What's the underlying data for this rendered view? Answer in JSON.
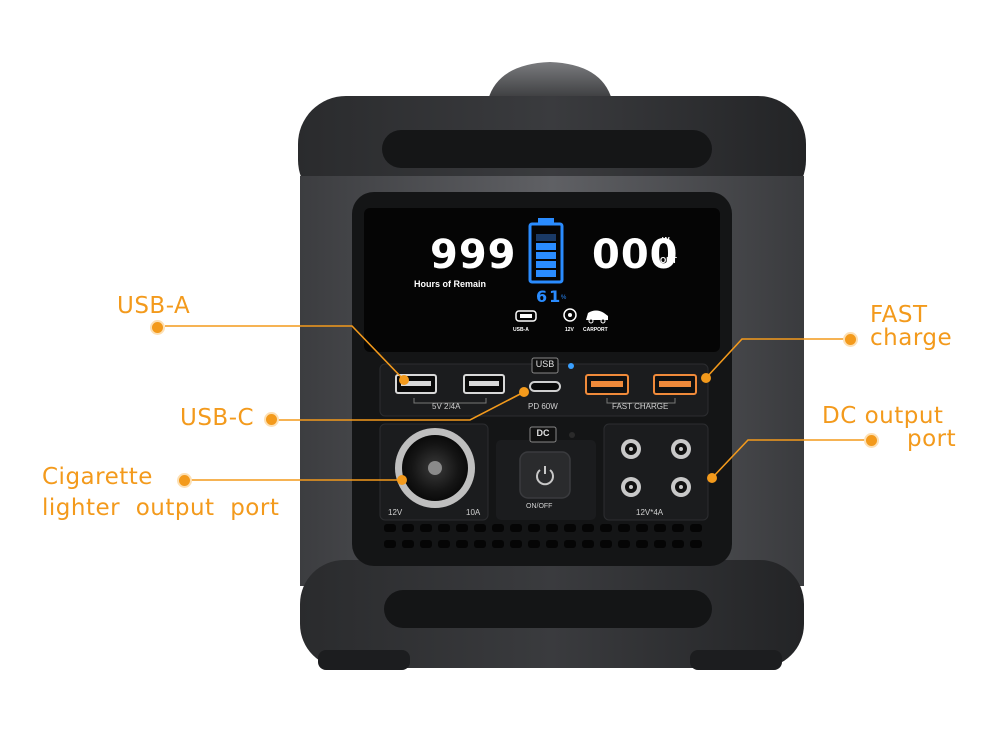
{
  "callouts": {
    "usb_a": "USB-A",
    "usb_c": "USB-C",
    "cigarette_line1": "Cigarette",
    "cigarette_line2": "lighter  output  port",
    "fast_line1": "FAST",
    "fast_line2": "charge",
    "dc_line1": "DC output",
    "dc_line2": "port"
  },
  "display": {
    "hours_value": "999",
    "hours_label": "Hours of Remain",
    "watt_value": "000",
    "watt_unit": "W",
    "out_label": "OUT",
    "percent_value": "61",
    "percent_sign": "%",
    "battery_level": 0.61,
    "icon_usb_label": "USB-A",
    "icon_12v_label": "12V",
    "icon_car_label": "CARPORT"
  },
  "panel": {
    "usb_badge": "USB",
    "usb_a_spec": "5V 2.4A",
    "usb_c_spec": "PD 60W",
    "fast_charge_label": "FAST CHARGE",
    "dc_badge": "DC",
    "cig_voltage": "12V",
    "cig_current": "10A",
    "power_label": "ON/OFF",
    "dc_spec": "12V*4A"
  },
  "icons": [
    "power-icon",
    "battery-icon",
    "usb-icon",
    "car-icon",
    "dc-port-icon"
  ],
  "colors": {
    "accent": "#f39a1c",
    "lcd_blue": "#2a8cff",
    "body_dark": "#1e1f21",
    "usb_fast": "#f08a3a"
  }
}
